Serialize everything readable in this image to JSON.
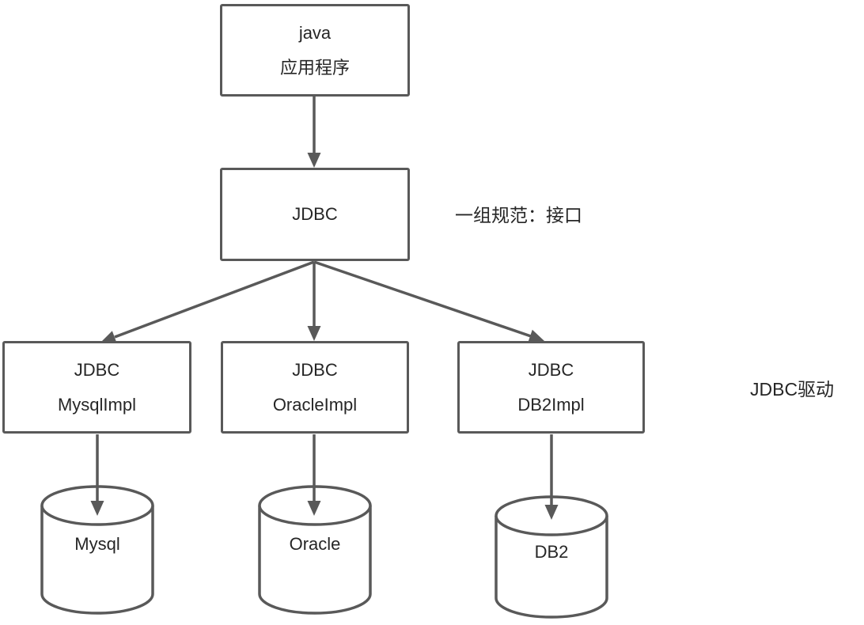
{
  "colors": {
    "stroke": "#595959",
    "text": "#262626",
    "bg": "#ffffff"
  },
  "nodes": {
    "app": {
      "line1": "java",
      "line2": "应用程序"
    },
    "jdbc": {
      "label": "JDBC"
    },
    "impl_mysql": {
      "line1": "JDBC",
      "line2": "MysqlImpl"
    },
    "impl_oracle": {
      "line1": "JDBC",
      "line2": "OracleImpl"
    },
    "impl_db2": {
      "line1": "JDBC",
      "line2": "DB2Impl"
    },
    "db_mysql": {
      "label": "Mysql"
    },
    "db_oracle": {
      "label": "Oracle"
    },
    "db_db2": {
      "label": "DB2"
    }
  },
  "annotations": {
    "spec": "一组规范：接口",
    "driver": "JDBC驱动"
  }
}
